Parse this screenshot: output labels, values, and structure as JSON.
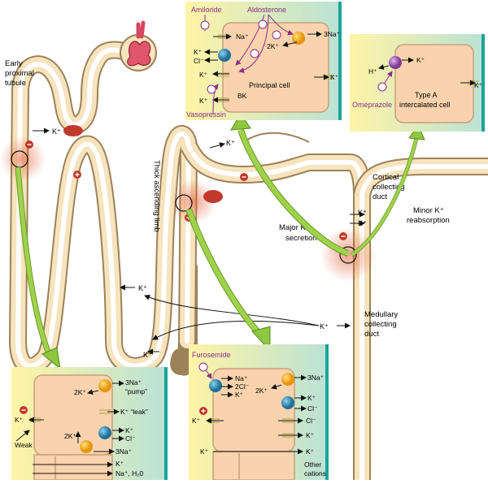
{
  "labels": {
    "early_proximal_tubule": [
      "Early",
      "proximal",
      "tubule"
    ],
    "thick_ascending_limb": "Thick ascending limb",
    "cortical_collecting_duct": [
      "Cortical",
      "collecting",
      "duct"
    ],
    "medullary_collecting_duct": [
      "Medullary",
      "collecting",
      "duct"
    ],
    "major_k_secretion": [
      "Major K⁺",
      "secretion"
    ],
    "minor_k_reabsorption": [
      "Minor K⁺",
      "reabsorption"
    ],
    "k": "K⁺"
  },
  "principal_panel": {
    "amiloride": "Amiloride",
    "aldosterone": "Aldosterone",
    "vasopressin": "Vasopressin",
    "na": "Na⁺",
    "three_na": "3Na⁺",
    "two_k": "2K⁺",
    "cl": "Cl⁻",
    "k": "K⁺",
    "bk": "BK",
    "cell": "Principal cell"
  },
  "intercalated_panel": {
    "h": "H⁺",
    "k": "K⁺",
    "omeprazole": "Omeprazole",
    "cell": [
      "Type A",
      "intercalated cell"
    ]
  },
  "proximal_panel": {
    "three_na": "3Na⁺",
    "pump": "“pump”",
    "two_k": "2K⁺",
    "k_leak": "K⁺ “leak”",
    "k": "K⁺",
    "cl": "Cl⁻",
    "weak": "Weak",
    "na_h2o": "Na⁺, H₂0"
  },
  "tal_panel": {
    "furosemide": "Furosemide",
    "na": "Na⁺",
    "two_cl": "2Cl⁻",
    "k": "K⁺",
    "three_na": "3Na⁺",
    "two_k": "2K⁺",
    "cl": "Cl⁻",
    "other_cations": [
      "Other",
      "cations"
    ]
  },
  "colors": {
    "tubule_fill": "#f7e3bd",
    "tubule_edge": "#9c8259",
    "cell_fill": "#f9d3ad",
    "panel_bg_left": "#fff3a8",
    "panel_bg_right": "#bde3d7",
    "panel_accent": "#1aa39a",
    "arrow_green": "#8dc63f",
    "drug_purple": "#8b2c8c",
    "pump_orange": "#f5a623",
    "channel_blue": "#2a8ab8",
    "red_marker": "#c0392b"
  }
}
